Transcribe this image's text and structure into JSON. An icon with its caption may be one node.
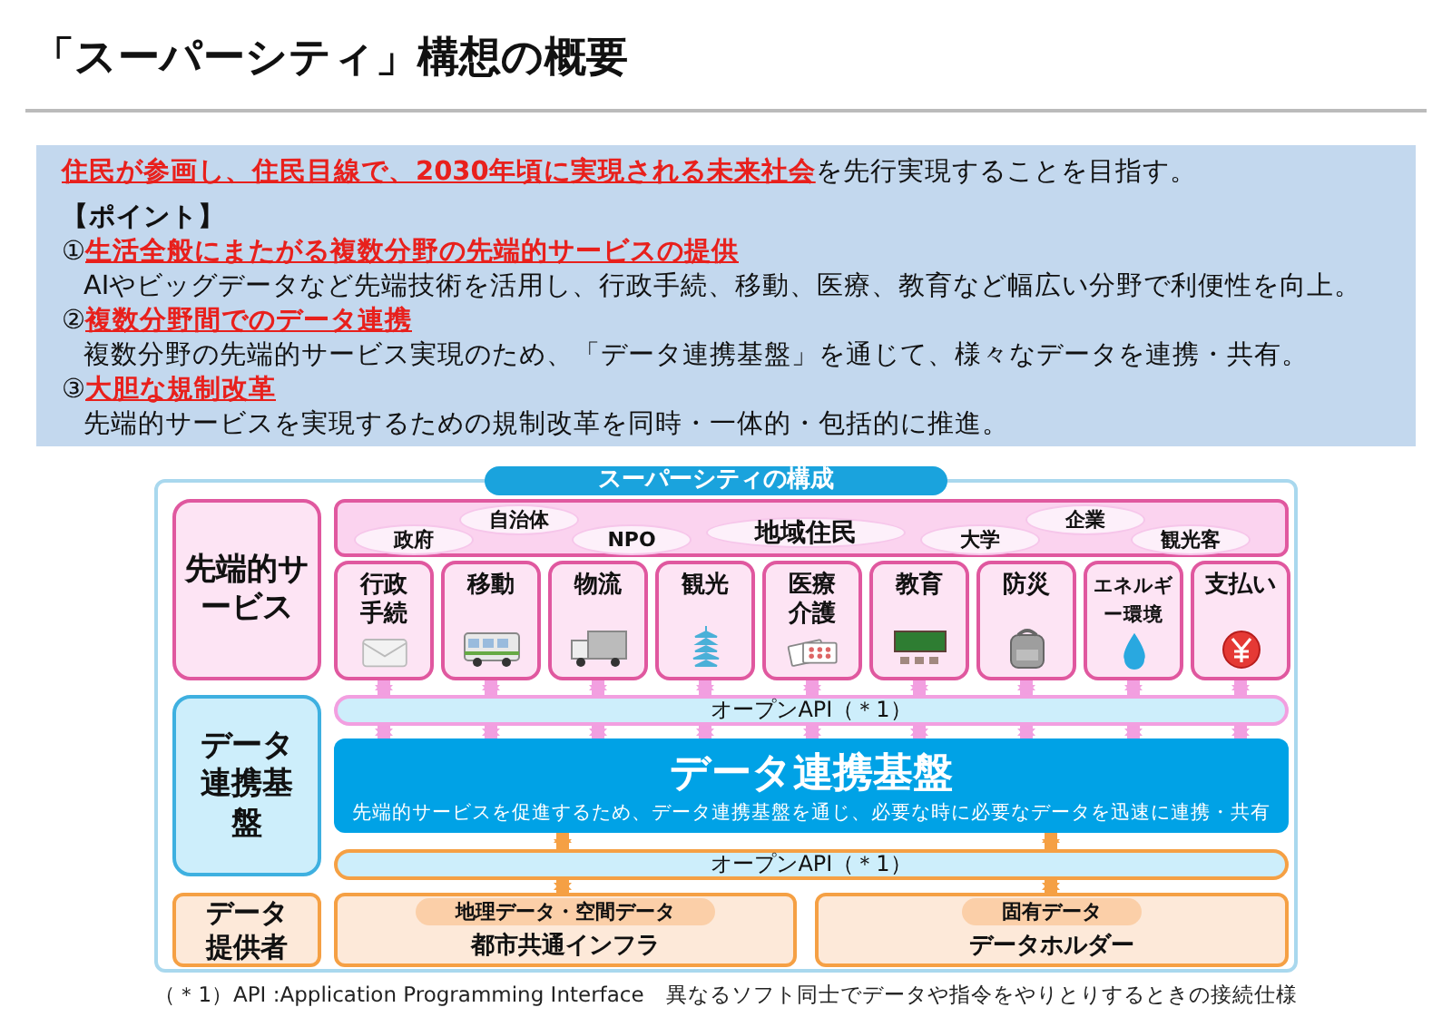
{
  "diagram": {
    "title": "「スーパーシティ」構想の概要",
    "caption": "（＊1）API :Application Programming Interface　異なるソフト同士でデータや指令をやりとりするときの接続仕様",
    "nodes": [
      {
        "text": [
          "**住民が参画し、住民目線で、2030年頃に実現される未来社会**を先行実現することを目指す。",
          "【ポイント】",
          "①**生活全般にまたがる複数分野の先端的サービスの提供**",
          "AIやビッグデータなど先端技術を活用し、行政手続、移動、医療、教育など幅広い分野で利便性を向上。",
          "②**複数分野間でのデータ連携**",
          "複数分野の先端的サービス実現のため、「データ連携基盤」を通じて、様々なデータを連携・共有。",
          "③**大胆な規制改革**",
          "先端的サービスを実現するための規制改革を同時・一体的・包括的に推進。"
        ]
      },
      {
        "text": [
          "スーパーシティの構成"
        ]
      },
      {
        "text": [
          "先端的サービス"
        ],
        "in": 1
      },
      {
        "text": [],
        "shape": "box",
        "in": 1
      },
      {
        "text": [
          "政府"
        ],
        "in": 3
      },
      {
        "text": [
          "自治体"
        ],
        "in": 3
      },
      {
        "text": [
          "NPO"
        ],
        "in": 3
      },
      {
        "text": [
          "地域住民"
        ],
        "in": 3
      },
      {
        "text": [
          "大学"
        ],
        "in": 3
      },
      {
        "text": [
          "企業"
        ],
        "in": 3
      },
      {
        "text": [
          "観光客"
        ],
        "in": 3
      },
      {
        "text": [
          "行政手続"
        ],
        "in": 1
      },
      {
        "text": [
          "移動"
        ],
        "in": 1
      },
      {
        "text": [
          "物流"
        ],
        "in": 1
      },
      {
        "text": [
          "観光"
        ],
        "in": 1
      },
      {
        "text": [
          "医療介護"
        ],
        "in": 1
      },
      {
        "text": [
          "教育"
        ],
        "in": 1
      },
      {
        "text": [
          "防災"
        ],
        "in": 1
      },
      {
        "text": [
          "エネルギー環境"
        ],
        "in": 1
      },
      {
        "text": [
          "支払い"
        ],
        "in": 1
      },
      {
        "text": [
          "データ連携基盤"
        ],
        "in": 1
      },
      {
        "text": [
          "オープンAPI（＊1）"
        ],
        "in": 1
      },
      {
        "text": [
          "データ連携基盤",
          "先端的サービスを促進するため、データ連携基盤を通じ、必要な時に必要なデータを迅速に連携・共有"
        ],
        "in": 1
      },
      {
        "text": [
          "オープンAPI（＊1）"
        ],
        "in": 1
      },
      {
        "text": [
          "データ提供者"
        ],
        "in": 1
      },
      {
        "text": [
          "地理データ・空間データ",
          "都市共通インフラ"
        ],
        "in": 1
      },
      {
        "text": [
          "固有データ",
          "データホルダー"
        ],
        "in": 1
      }
    ],
    "edges": [
      {
        "from": 11,
        "to": 21,
        "arrow": "both"
      },
      {
        "from": 12,
        "to": 21,
        "arrow": "both"
      },
      {
        "from": 13,
        "to": 21,
        "arrow": "both"
      },
      {
        "from": 14,
        "to": 21,
        "arrow": "both"
      },
      {
        "from": 15,
        "to": 21,
        "arrow": "both"
      },
      {
        "from": 16,
        "to": 21,
        "arrow": "both"
      },
      {
        "from": 17,
        "to": 21,
        "arrow": "both"
      },
      {
        "from": 18,
        "to": 21,
        "arrow": "both"
      },
      {
        "from": 19,
        "to": 21,
        "arrow": "both"
      },
      {
        "from": 21,
        "to": 22,
        "arrow": "both"
      },
      {
        "from": 21,
        "to": 22,
        "arrow": "both"
      },
      {
        "from": 21,
        "to": 22,
        "arrow": "both"
      },
      {
        "from": 21,
        "to": 22,
        "arrow": "both"
      },
      {
        "from": 21,
        "to": 22,
        "arrow": "both"
      },
      {
        "from": 21,
        "to": 22,
        "arrow": "both"
      },
      {
        "from": 21,
        "to": 22,
        "arrow": "both"
      },
      {
        "from": 21,
        "to": 22,
        "arrow": "both"
      },
      {
        "from": 21,
        "to": 22,
        "arrow": "both"
      },
      {
        "from": 22,
        "to": 23,
        "arrow": "both",
        "color": "#f5a044"
      },
      {
        "from": 22,
        "to": 23,
        "arrow": "both",
        "color": "#f5a044"
      },
      {
        "from": 23,
        "to": 25,
        "arrow": "both",
        "color": "#f5a044"
      },
      {
        "from": 23,
        "to": 26,
        "arrow": "both",
        "color": "#f5a044"
      }
    ]
  }
}
